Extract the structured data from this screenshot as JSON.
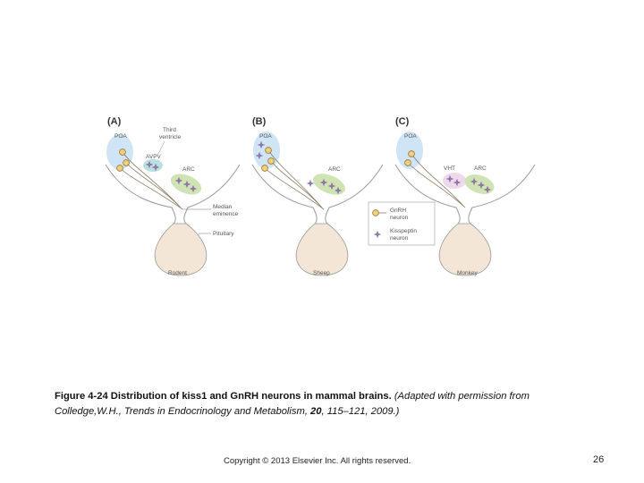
{
  "panels": [
    {
      "letter": "(A)",
      "species": "Rodent",
      "regions": [
        "POA",
        "AVPV",
        "ARC"
      ],
      "annotation": "Third ventricle"
    },
    {
      "letter": "(B)",
      "species": "Sheep",
      "regions": [
        "POA",
        "ARC"
      ]
    },
    {
      "letter": "(C)",
      "species": "Monkey",
      "regions": [
        "POA",
        "VHT",
        "ARC"
      ]
    }
  ],
  "labels": {
    "third_ventricle": [
      "Third",
      "ventricle"
    ],
    "median_eminence": [
      "Median",
      "eminence"
    ],
    "pituitary": "Pituitary"
  },
  "legend": {
    "gnrh": [
      "GnRH",
      "neuron"
    ],
    "kisspeptin": [
      "Kisspeptin",
      "neuron"
    ]
  },
  "colors": {
    "poa_region": "#cfe4f4",
    "avpv_region": "#b9e0dc",
    "arc_region": "#cfe3b5",
    "vht_region": "#ecd9ec",
    "pituitary": "#f3e6d6",
    "gnrh_neuron": "#f2cf7a",
    "kisspeptin_neuron": "#9a78b4"
  },
  "caption": {
    "title": "Figure 4-24 Distribution of kiss1 and GnRH neurons in mammal brains.",
    "attribution_lead": "(Adapted with permission from",
    "attribution_body": "Colledge,W.H., Trends in Endocrinology and Metabolism,",
    "volume": "20",
    "pages": ", 115–121, 2009.)"
  },
  "footer": {
    "copyright": "Copyright © 2013 Elsevier Inc. All rights reserved.",
    "page_number": "26"
  }
}
